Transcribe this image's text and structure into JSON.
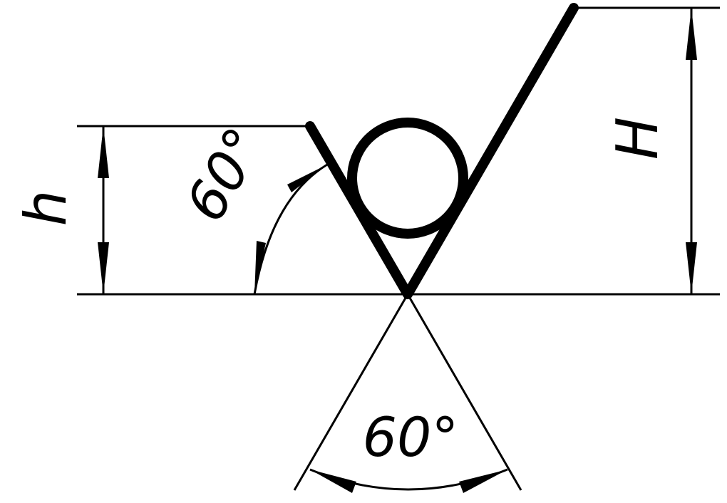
{
  "labels": {
    "h": "h",
    "H": "H",
    "angle_left": "60°",
    "angle_bottom": "60°"
  }
}
